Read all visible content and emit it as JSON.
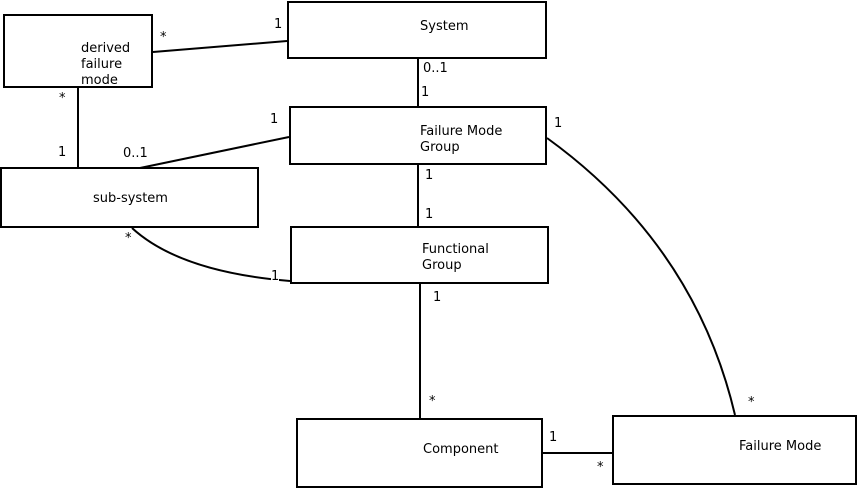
{
  "diagram": {
    "type": "uml-class-diagram",
    "background_color": "#ffffff",
    "line_color": "#000000",
    "nodes": {
      "derived_failure_mode": {
        "label": "derived\nfailure\nmode"
      },
      "system": {
        "label": "System"
      },
      "failure_mode_group": {
        "label": "Failure Mode\nGroup"
      },
      "sub_system": {
        "label": "sub-system"
      },
      "functional_group": {
        "label": "Functional\nGroup"
      },
      "component": {
        "label": "Component"
      },
      "failure_mode": {
        "label": "Failure Mode"
      }
    },
    "edges": [
      {
        "from": "derived_failure_mode",
        "to": "system",
        "from_label": "*",
        "to_label": "1"
      },
      {
        "from": "derived_failure_mode",
        "to": "sub_system",
        "from_label": "*",
        "to_label": "1"
      },
      {
        "from": "sub_system",
        "to": "failure_mode_group",
        "from_label": "0..1",
        "to_label": "1"
      },
      {
        "from": "system",
        "to": "failure_mode_group",
        "from_label": "0..1",
        "to_label": "1"
      },
      {
        "from": "failure_mode_group",
        "to": "functional_group",
        "from_label": "1",
        "to_label": "1"
      },
      {
        "from": "sub_system",
        "to": "functional_group",
        "from_label": "*",
        "to_label": "1"
      },
      {
        "from": "functional_group",
        "to": "component",
        "from_label": "1",
        "to_label": "*"
      },
      {
        "from": "component",
        "to": "failure_mode",
        "from_label": "1",
        "to_label": "*"
      },
      {
        "from": "failure_mode_group",
        "to": "failure_mode",
        "from_label": "1",
        "to_label": "*"
      }
    ]
  }
}
